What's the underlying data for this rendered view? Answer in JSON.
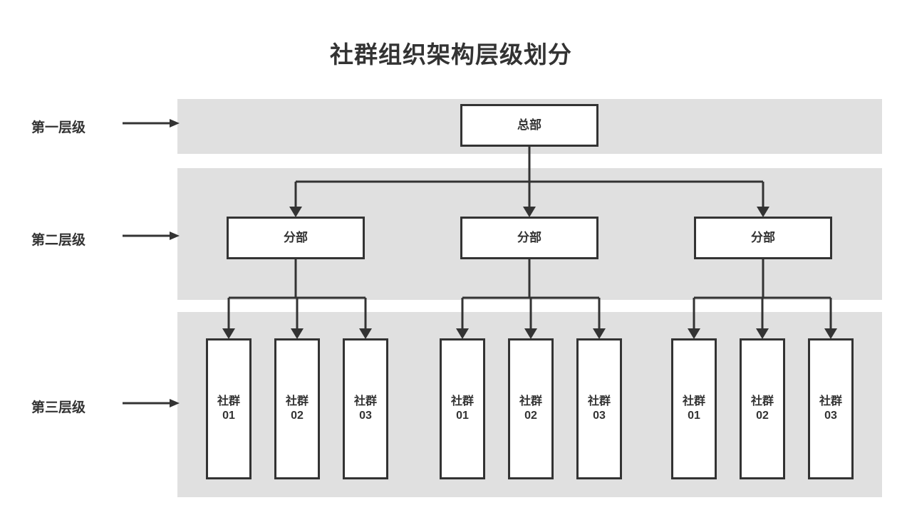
{
  "page": {
    "title": "社群组织架构层级划分",
    "background_color": "#ffffff",
    "band_color": "#e0e0e0",
    "line_color": "#333333",
    "node_fill": "#ffffff"
  },
  "levels": [
    {
      "label": "第一层级",
      "arrow": "right-arrow-icon"
    },
    {
      "label": "第二层级",
      "arrow": "right-arrow-icon"
    },
    {
      "label": "第三层级",
      "arrow": "right-arrow-icon"
    }
  ],
  "nodes": {
    "root": {
      "label": "总部"
    },
    "branches": [
      {
        "label": "分部"
      },
      {
        "label": "分部"
      },
      {
        "label": "分部"
      }
    ],
    "groups": [
      {
        "leaves": [
          {
            "name": "社群",
            "number": "01"
          },
          {
            "name": "社群",
            "number": "02"
          },
          {
            "name": "社群",
            "number": "03"
          }
        ]
      },
      {
        "leaves": [
          {
            "name": "社群",
            "number": "01"
          },
          {
            "name": "社群",
            "number": "02"
          },
          {
            "name": "社群",
            "number": "03"
          }
        ]
      },
      {
        "leaves": [
          {
            "name": "社群",
            "number": "01"
          },
          {
            "name": "社群",
            "number": "02"
          },
          {
            "name": "社群",
            "number": "03"
          }
        ]
      }
    ]
  }
}
